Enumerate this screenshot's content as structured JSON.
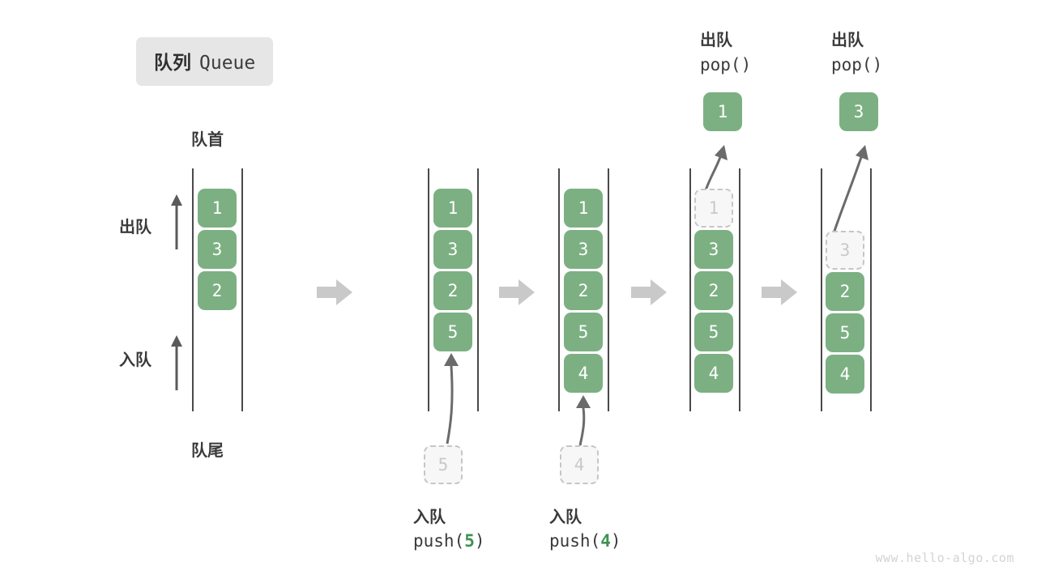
{
  "diagram": {
    "title_cn": "队列",
    "title_en": "Queue",
    "head_label": "队首",
    "tail_label": "队尾",
    "dequeue_label": "出队",
    "enqueue_label": "入队",
    "watermark": "www.hello-algo.com",
    "colors": {
      "element_fill": "#7cb083",
      "element_text": "#ffffff",
      "ghost_fill": "#f7f7f7",
      "ghost_border": "#c6c6c6",
      "ghost_text": "#c9c9c9",
      "rail": "#4a4a4a",
      "step_arrow": "#c9c9c9",
      "badge_bg": "#e6e6e6",
      "accent_number": "#3f9153",
      "text": "#3a3a3a",
      "watermark": "#d3d3d3"
    }
  },
  "columns": [
    {
      "id": "initial",
      "caption_cn": "",
      "caption_code_prefix": "",
      "caption_code_arg": "",
      "caption_code_suffix": "",
      "op_label_cn": "",
      "op_label_code": "",
      "items": [
        "1",
        "3",
        "2"
      ],
      "ghost_index": -1,
      "ghost_value": "",
      "popped_value": "",
      "pending_value": ""
    },
    {
      "id": "push-5",
      "caption_cn": "入队",
      "caption_code_prefix": "push(",
      "caption_code_arg": "5",
      "caption_code_suffix": ")",
      "op_label_cn": "",
      "op_label_code": "",
      "items": [
        "1",
        "3",
        "2",
        "5"
      ],
      "ghost_index": -1,
      "ghost_value": "",
      "popped_value": "",
      "pending_value": "5"
    },
    {
      "id": "push-4",
      "caption_cn": "入队",
      "caption_code_prefix": "push(",
      "caption_code_arg": "4",
      "caption_code_suffix": ")",
      "op_label_cn": "",
      "op_label_code": "",
      "items": [
        "1",
        "3",
        "2",
        "5",
        "4"
      ],
      "ghost_index": -1,
      "ghost_value": "",
      "popped_value": "",
      "pending_value": "4"
    },
    {
      "id": "pop-1",
      "caption_cn": "",
      "caption_code_prefix": "",
      "caption_code_arg": "",
      "caption_code_suffix": "",
      "op_label_cn": "出队",
      "op_label_code": "pop()",
      "items": [
        "3",
        "2",
        "5",
        "4"
      ],
      "ghost_index": 0,
      "ghost_value": "1",
      "popped_value": "1",
      "pending_value": ""
    },
    {
      "id": "pop-3",
      "caption_cn": "",
      "caption_code_prefix": "",
      "caption_code_arg": "",
      "caption_code_suffix": "",
      "op_label_cn": "出队",
      "op_label_code": "pop()",
      "items": [
        "2",
        "5",
        "4"
      ],
      "ghost_index": 1,
      "ghost_value": "3",
      "popped_value": "3",
      "pending_value": ""
    }
  ]
}
